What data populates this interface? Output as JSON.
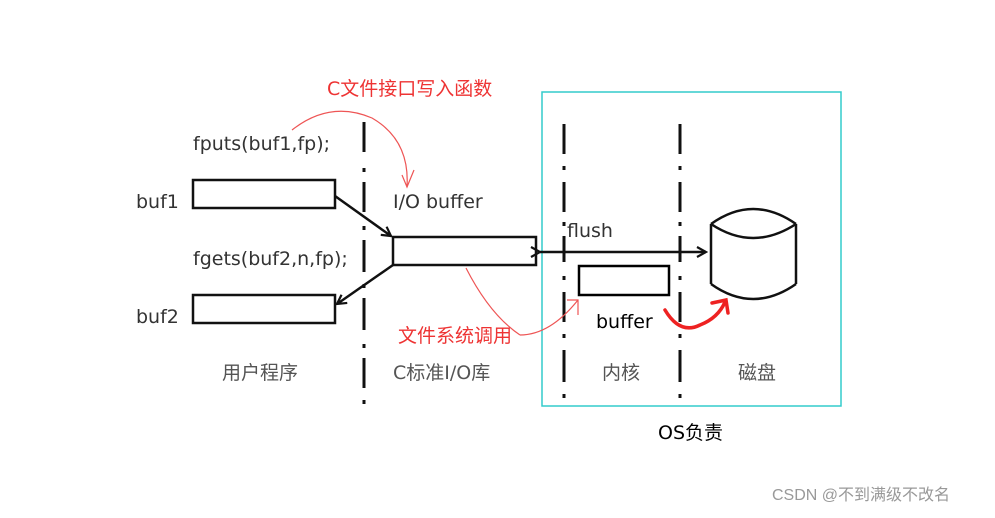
{
  "diagram": {
    "title_annotation": "C文件接口写入函数",
    "code": {
      "fputs": "fputs(buf1,fp);",
      "fgets": "fgets(buf2,n,fp);"
    },
    "buffers": {
      "buf1": "buf1",
      "buf2": "buf2",
      "io_buffer": "I/O buffer",
      "kernel_buffer": "buffer"
    },
    "flush_label": "flush",
    "syscall_annotation": "文件系统调用",
    "zones": {
      "user": "用户程序",
      "stdio": "C标准I/O库",
      "kernel": "内核",
      "disk": "磁盘"
    },
    "os_label": "OS负责",
    "watermark": "CSDN @不到满级不改名",
    "colors": {
      "annotation": "#ee3333",
      "os_box": "#33cccc",
      "line": "#111111"
    }
  }
}
